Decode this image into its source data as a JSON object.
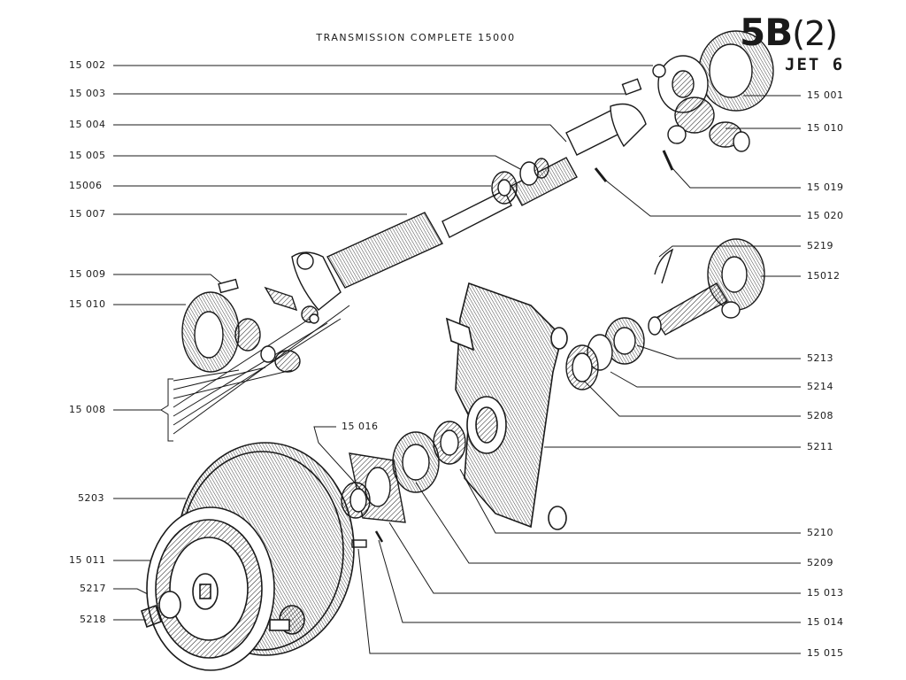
{
  "header": {
    "title": "TRANSMISSION COMPLETE 15000",
    "sheet_code": "5B",
    "sheet_index": "(2)",
    "model": "JET 6"
  },
  "labels": {
    "l_15002": "15 002",
    "l_15003": "15 003",
    "l_15004": "15 004",
    "l_15005": "15 005",
    "l_15006": "15006",
    "l_15007": "15 007",
    "l_15009": "15 009",
    "l_15010": "15 010",
    "l_15008": "15 008",
    "l_5203": "5203",
    "l_15011": "15 011",
    "l_5217": "5217",
    "l_5218": "5218",
    "c_15016": "15 016",
    "r_15001": "15 001",
    "r_15010": "15 010",
    "r_15019": "15 019",
    "r_15020": "15 020",
    "r_5219": "5219",
    "r_15012": "15012",
    "r_5213": "5213",
    "r_5214": "5214",
    "r_5208": "5208",
    "r_5211": "5211",
    "r_5210": "5210",
    "r_5209": "5209",
    "r_15013": "15 013",
    "r_15014": "15 014",
    "r_15015": "15 015"
  },
  "colors": {
    "ink": "#1a1a1a",
    "paper": "#ffffff"
  }
}
